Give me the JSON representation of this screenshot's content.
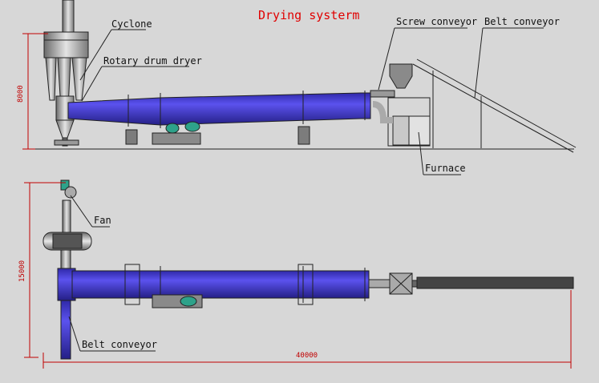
{
  "title": "Drying systerm",
  "labels": {
    "cyclone": "Cyclone",
    "rotary_drum_dryer": "Rotary drum dryer",
    "screw_conveyor": "Screw conveyor",
    "belt_conveyor_top": "Belt conveyor",
    "furnace": "Furnace",
    "fan": "Fan",
    "belt_conveyor_bottom": "Belt conveyor"
  },
  "dimensions": {
    "side_height": "8000",
    "plan_width": "15000",
    "plan_length": "40000"
  },
  "colors": {
    "background": "#d7d7d7",
    "drum": "#4a40d8",
    "drum_dark": "#2a2494",
    "steel": "#8c8c8c",
    "dimension": "#c00000",
    "title": "#e00000"
  }
}
